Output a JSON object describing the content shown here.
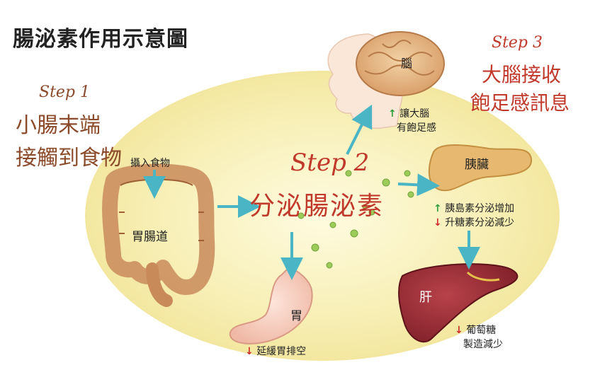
{
  "title": "腸泌素作用示意圖",
  "step1": {
    "en": "Step 1",
    "line1": "小腸末端",
    "line2": "接觸到食物"
  },
  "step2": {
    "en": "Step 2",
    "main": "分泌腸泌素"
  },
  "step3": {
    "en": "Step 3",
    "line1": "大腦接收",
    "line2": "飽足感訊息"
  },
  "labels": {
    "intake": "攝入食物",
    "gut": "胃腸道",
    "brain": "腦",
    "brain_effect_1": "讓大腦",
    "brain_effect_2": "有飽足感",
    "pancreas": "胰臟",
    "insulin": "胰島素分泌增加",
    "glucagon": "升糖素分泌減少",
    "stomach": "胃",
    "stomach_effect": "延緩胃排空",
    "liver": "肝",
    "liver_effect_1": "葡萄糖",
    "liver_effect_2": "製造減少"
  },
  "colors": {
    "arrow": "#4ab5c4",
    "glow": "#f7efb5",
    "accent": "#c0392b",
    "up": "#2e9d3a",
    "down": "#d12a2a"
  }
}
